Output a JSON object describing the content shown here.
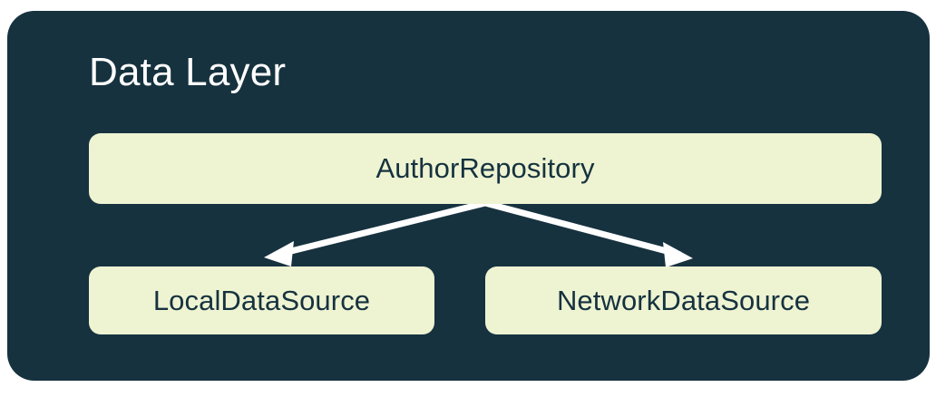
{
  "diagram": {
    "title": "Data Layer",
    "background_color": "#16323f",
    "node_fill_color": "#eef3d2",
    "node_text_color": "#16323f",
    "title_color": "#ffffff",
    "arrow_color": "#ffffff",
    "nodes": [
      {
        "id": "author-repository",
        "label": "AuthorRepository",
        "role": "repository"
      },
      {
        "id": "local-data-source",
        "label": "LocalDataSource",
        "role": "data-source"
      },
      {
        "id": "network-data-source",
        "label": "NetworkDataSource",
        "role": "data-source"
      }
    ],
    "edges": [
      {
        "from": "author-repository",
        "to": "local-data-source",
        "style": "solid-arrow"
      },
      {
        "from": "author-repository",
        "to": "network-data-source",
        "style": "solid-arrow"
      }
    ]
  }
}
